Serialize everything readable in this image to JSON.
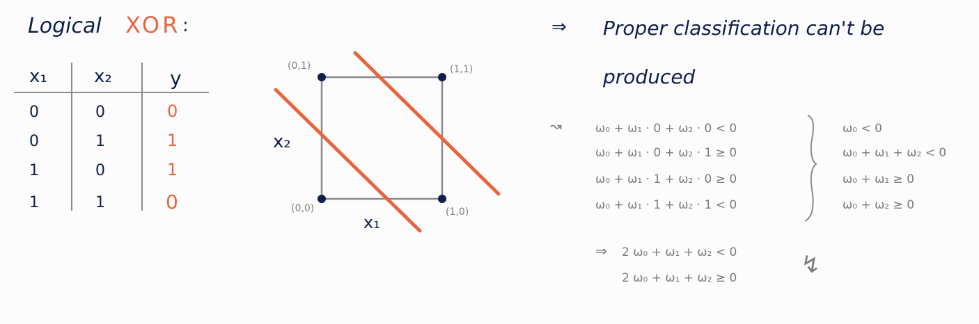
{
  "title": {
    "prefix": "Logical",
    "highlight": "XOR",
    "suffix": ":"
  },
  "truth_table": {
    "headers": [
      "x₁",
      "x₂",
      "y"
    ],
    "rows": [
      [
        "0",
        "0",
        "0"
      ],
      [
        "0",
        "1",
        "1"
      ],
      [
        "1",
        "0",
        "1"
      ],
      [
        "1",
        "1",
        "0"
      ]
    ]
  },
  "plot": {
    "corners": [
      "(0,1)",
      "(1,1)",
      "(0,0)",
      "(1,0)"
    ],
    "x_label": "x₁",
    "y_label": "x₂"
  },
  "conclusion": {
    "arrow": "⇒",
    "line1": "Proper classification can't be",
    "line2": "produced"
  },
  "inequalities": {
    "marker": "↝",
    "left": [
      "ω₀ + ω₁ · 0 + ω₂ · 0 < 0",
      "ω₀ + ω₁ · 0 + ω₂ · 1 ≥ 0",
      "ω₀ + ω₁ · 1 + ω₂ · 0 ≥ 0",
      "ω₀ + ω₁ · 1 + ω₂ · 1 < 0"
    ],
    "right": [
      "ω₀ < 0",
      "ω₀ + ω₁ + ω₂ < 0",
      "ω₀ + ω₁ ≥ 0",
      "ω₀ + ω₂ ≥ 0"
    ]
  },
  "derived": {
    "arrow": "⇒",
    "line1": "2 ω₀ + ω₁ + ω₂ < 0",
    "line2": "2 ω₀ + ω₁ + ω₂ ≥ 0",
    "contradiction": "↯"
  },
  "colors": {
    "ink": "#0e1f4a",
    "accent": "#e8643f",
    "pencil": "#7d7d7d"
  }
}
